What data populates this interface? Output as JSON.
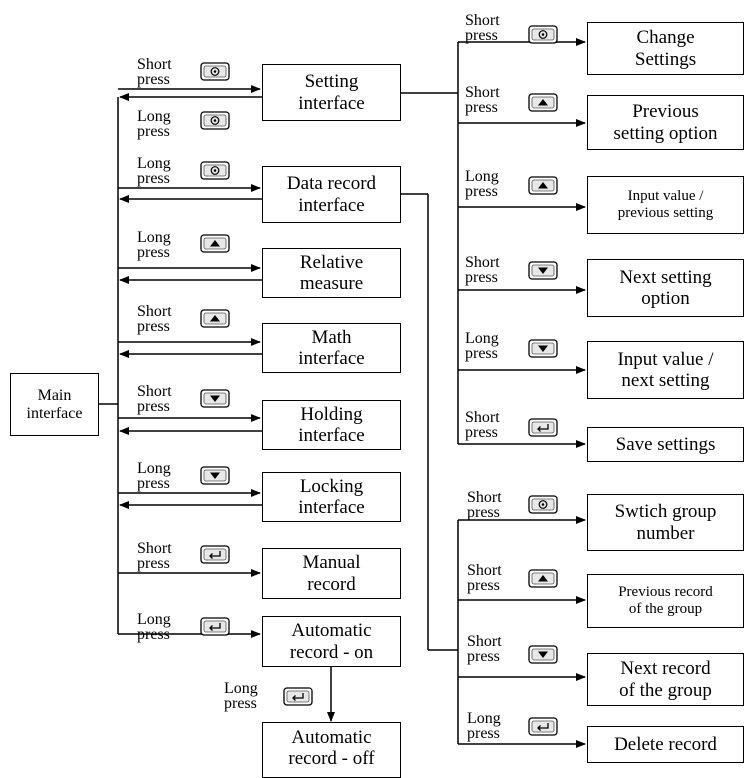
{
  "main": "Main\ninterface",
  "left": [
    {
      "label": "Short\npress",
      "icon": "gear",
      "target": "Setting\ninterface"
    },
    {
      "label": "Long\npress",
      "icon": "gear",
      "target": ""
    },
    {
      "label": "Long\npress",
      "icon": "gear",
      "target": "Data record\ninterface"
    },
    {
      "label": "Long\npress",
      "icon": "up",
      "target": "Relative\nmeasure"
    },
    {
      "label": "Short\npress",
      "icon": "up",
      "target": "Math\ninterface"
    },
    {
      "label": "Short\npress",
      "icon": "down",
      "target": "Holding\ninterface"
    },
    {
      "label": "Long\npress",
      "icon": "down",
      "target": "Locking\ninterface"
    },
    {
      "label": "Short\npress",
      "icon": "enter",
      "target": "Manual\nrecord"
    },
    {
      "label": "Long\npress",
      "icon": "enter",
      "target": "Automatic\nrecord - on"
    }
  ],
  "bottom": {
    "label": "Long\npress",
    "icon": "enter",
    "target": "Automatic\nrecord - off"
  },
  "settings": [
    {
      "label": "Short\npress",
      "icon": "gear",
      "target": "Change\nSettings"
    },
    {
      "label": "Short\npress",
      "icon": "up",
      "target": "Previous\nsetting option"
    },
    {
      "label": "Long\npress",
      "icon": "up",
      "target": "Input value /\nprevious setting"
    },
    {
      "label": "Short\npress",
      "icon": "down",
      "target": "Next setting\noption"
    },
    {
      "label": "Long\npress",
      "icon": "down",
      "target": "Input value /\nnext setting"
    },
    {
      "label": "Short\npress",
      "icon": "enter",
      "target": "Save settings"
    }
  ],
  "records": [
    {
      "label": "Short\npress",
      "icon": "gear",
      "target": "Swtich group\nnumber"
    },
    {
      "label": "Short\npress",
      "icon": "up",
      "target": "Previous record\nof the group"
    },
    {
      "label": "Short\npress",
      "icon": "down",
      "target": "Next record\nof the group"
    },
    {
      "label": "Long\npress",
      "icon": "enter",
      "target": "Delete record"
    }
  ]
}
